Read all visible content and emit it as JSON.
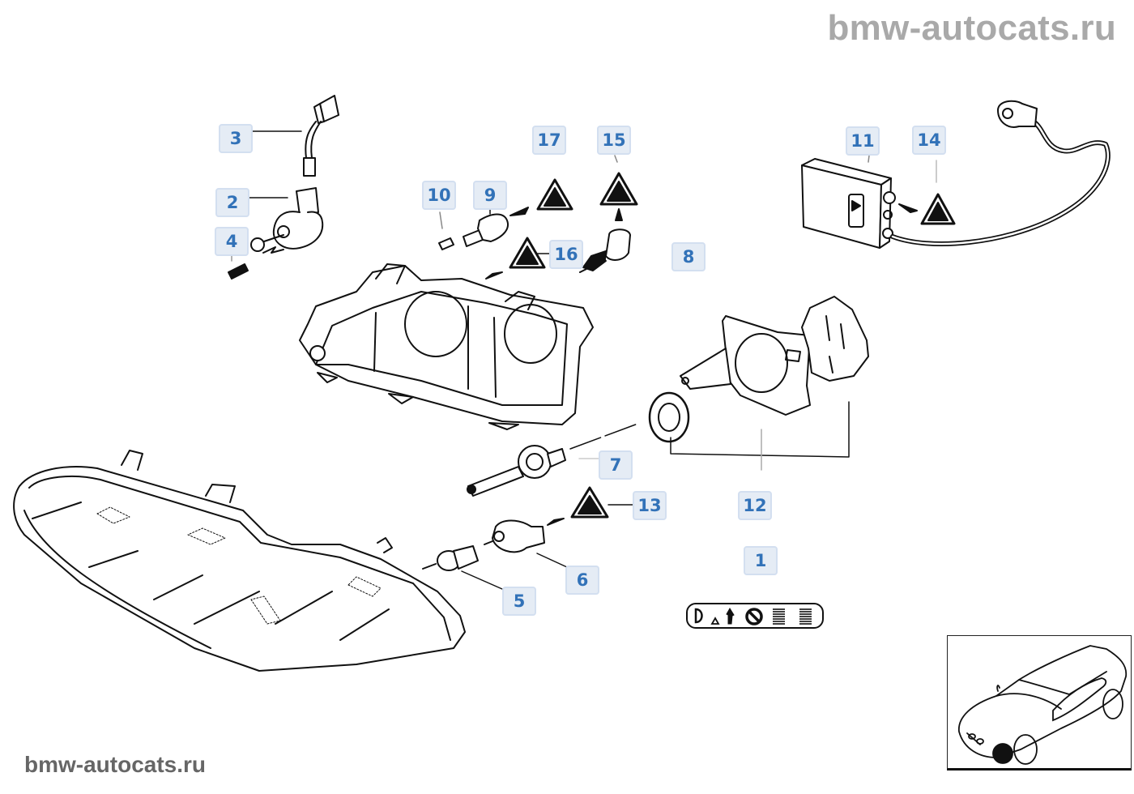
{
  "watermarks": {
    "top": "bmw-autocats.ru",
    "bottom": "bmw-autocats.ru"
  },
  "diagram": {
    "title": "Headlight exploded view",
    "callout_color": "#3272b8",
    "callout_bg": "#e5ecf5",
    "callouts": [
      {
        "id": "1",
        "label": "1",
        "part": "headlight-assembly"
      },
      {
        "id": "2",
        "label": "2",
        "part": "bulb-socket"
      },
      {
        "id": "3",
        "label": "3",
        "part": "wiring-connector"
      },
      {
        "id": "4",
        "label": "4",
        "part": "adjusting-screw"
      },
      {
        "id": "5",
        "label": "5",
        "part": "bulb-small"
      },
      {
        "id": "6",
        "label": "6",
        "part": "bulb-socket-lower"
      },
      {
        "id": "7",
        "label": "7",
        "part": "xenon-bulb"
      },
      {
        "id": "8",
        "label": "8",
        "part": "bracket"
      },
      {
        "id": "9",
        "label": "9",
        "part": "bulb-holder"
      },
      {
        "id": "10",
        "label": "10",
        "part": "bulb-clip"
      },
      {
        "id": "11",
        "label": "11",
        "part": "control-unit"
      },
      {
        "id": "12",
        "label": "12",
        "part": "mounting-bracket-set"
      },
      {
        "id": "13",
        "label": "13",
        "part": "warning-label"
      },
      {
        "id": "14",
        "label": "14",
        "part": "warning-label"
      },
      {
        "id": "15",
        "label": "15",
        "part": "warning-label"
      },
      {
        "id": "16",
        "label": "16",
        "part": "warning-label"
      },
      {
        "id": "17",
        "label": "17",
        "part": "warning-label"
      }
    ],
    "symbol_strip_icons": [
      "headlight-icon",
      "triangle-icon",
      "person-icon",
      "no-entry-icon",
      "lines-icon",
      "lines-icon"
    ],
    "inset": {
      "description": "car-locator",
      "highlight": "front-left-headlight"
    }
  }
}
